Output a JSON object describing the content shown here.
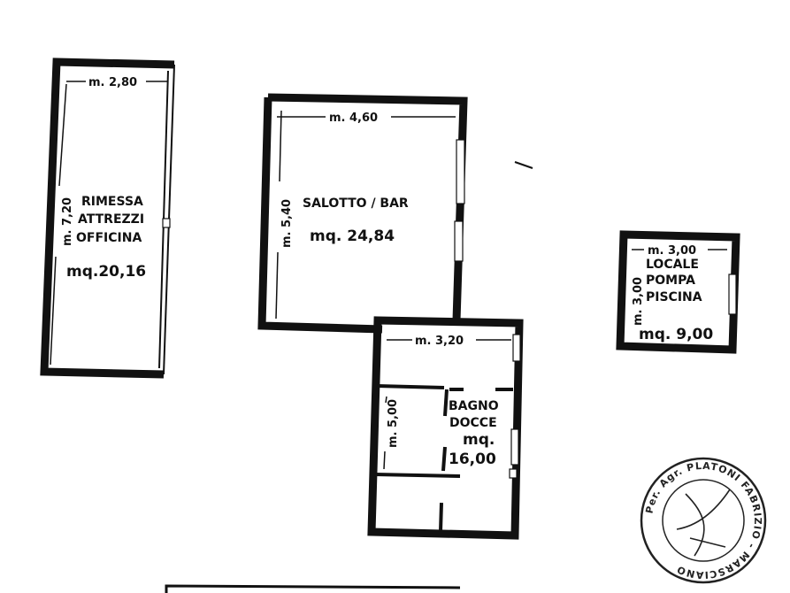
{
  "rooms": [
    {
      "id": "rimessa",
      "width_label": "m. 2,80",
      "height_label": "m. 7,20",
      "name_lines": [
        "RIMESSA",
        "ATTREZZI",
        "OFFICINA"
      ],
      "area_label": "mq.20,16"
    },
    {
      "id": "salotto",
      "width_label": "m. 4,60",
      "height_label": "m. 5,40",
      "name_lines": [
        "SALOTTO / BAR"
      ],
      "area_label": "mq. 24,84"
    },
    {
      "id": "bagno",
      "width_label": "m. 3,20",
      "height_label": "m. 5,00",
      "name_lines": [
        "BAGNO",
        "DOCCE"
      ],
      "area_label_lines": [
        "mq.",
        "16,00"
      ]
    },
    {
      "id": "pompa",
      "width_label": "m. 3,00",
      "height_label": "m. 3,00",
      "name_lines": [
        "LOCALE",
        "POMPA",
        "PISCINA"
      ],
      "area_label": "mq. 9,00"
    }
  ],
  "stamp": {
    "text": "Per. Agr. PLATONI FABRIZIO - MARSCIANO"
  }
}
